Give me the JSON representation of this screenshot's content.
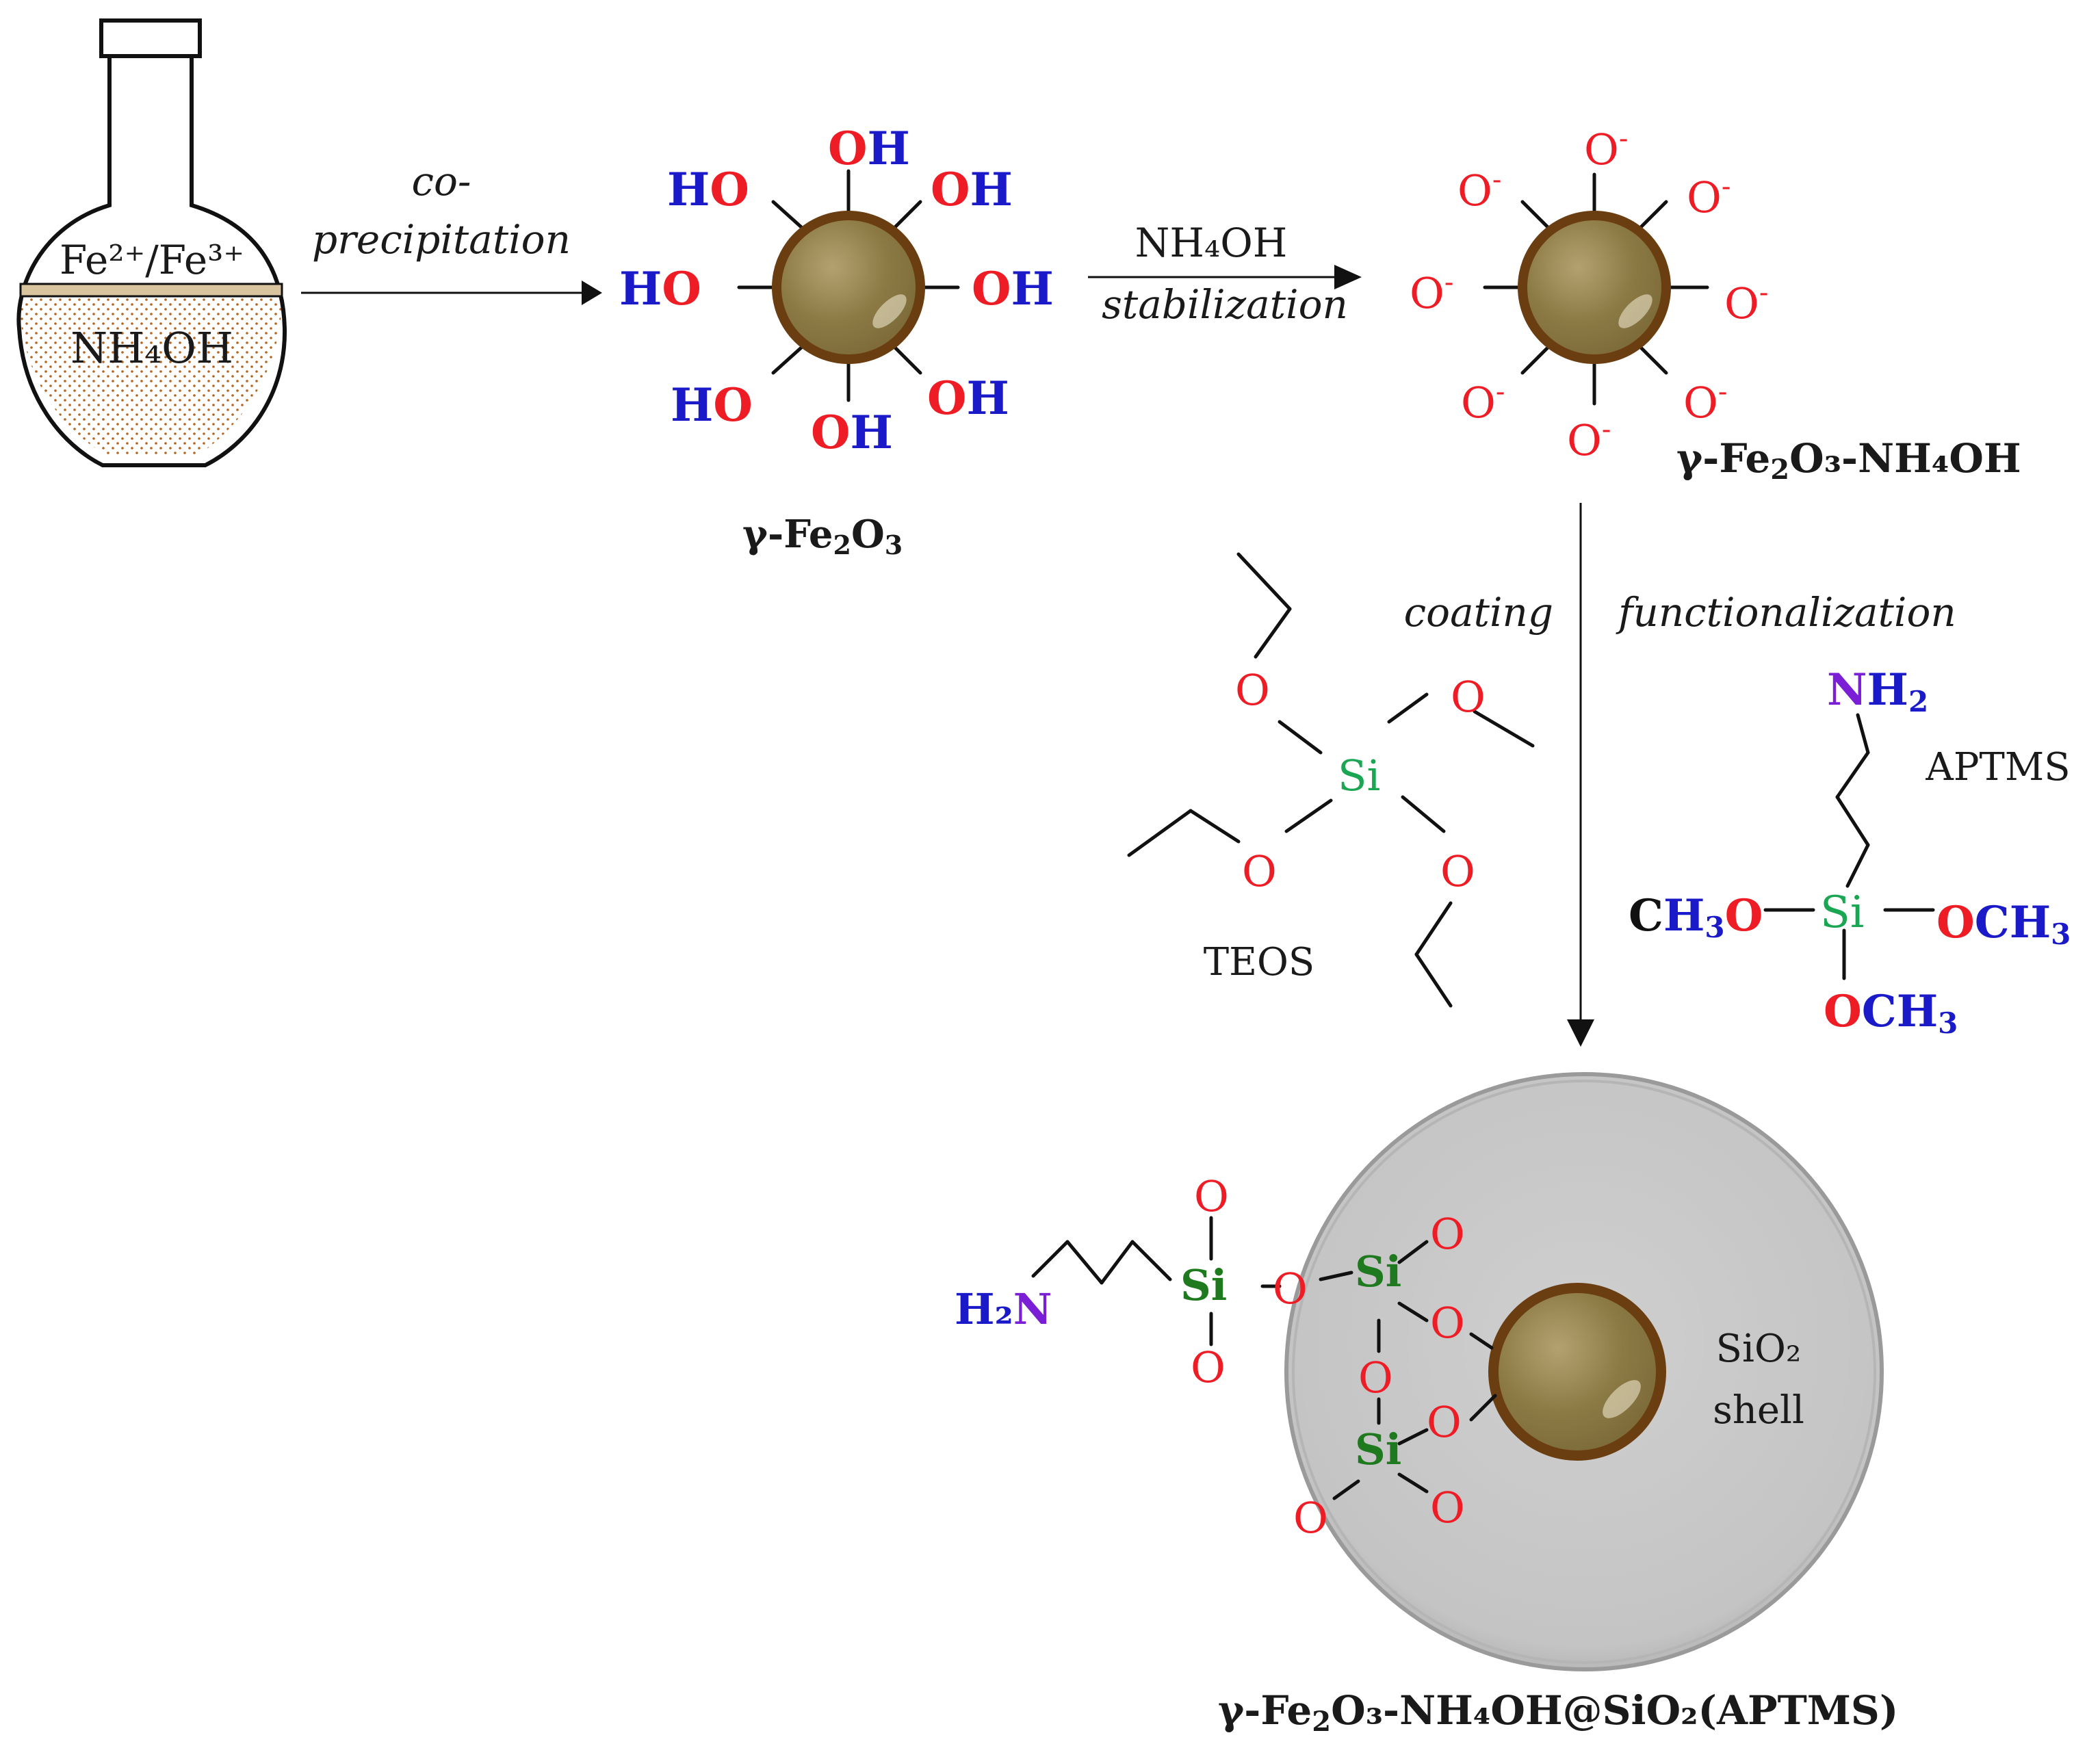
{
  "flask": {
    "ions": "Fe²⁺/Fe³⁺",
    "base": "NH₄OH"
  },
  "step1": {
    "line1": "co-",
    "line2": "precipitation"
  },
  "particle1": {
    "label_prefix": "γ-Fe",
    "sub1": "2",
    "mid": "O",
    "sub2": "3",
    "groups": {
      "top": "OH",
      "top_right": "OH",
      "right": "OH",
      "bottom_right": "OH",
      "bottom": "OH",
      "bottom_left": "HO",
      "left": "HO",
      "top_left": "HO"
    }
  },
  "step2": {
    "reagent": "NH₄OH",
    "process": "stabilization"
  },
  "particle2": {
    "label_prefix": "γ-Fe",
    "sub1": "2",
    "rest": "O₃-NH₄OH",
    "oxygen": "O",
    "charge": "-"
  },
  "step3": {
    "left": "coating",
    "right": "functionalization"
  },
  "teos": {
    "name": "TEOS",
    "si": "Si",
    "o": "O"
  },
  "aptms": {
    "name": "APTMS",
    "si": "Si",
    "amine_n": "N",
    "amine_h": "H",
    "amine_sub": "2",
    "left_c": "C",
    "left_h": "H",
    "left_sub": "3",
    "left_o": "O",
    "right_o": "O",
    "right_ch": "CH",
    "right_sub": "3",
    "bottom_o": "O",
    "bottom_ch": "CH",
    "bottom_sub": "3"
  },
  "product": {
    "label_prefix": "γ-Fe",
    "sub1": "2",
    "rest": "O₃-NH₄OH@SiO₂(APTMS)",
    "shell_line1": "SiO₂",
    "shell_line2": "shell",
    "amine_h2": "H₂",
    "amine_n": "N",
    "si": "Si",
    "o": "O"
  },
  "colors": {
    "core_fill": "#8c7a45",
    "core_rim": "#6b3e12",
    "shell_fill": "#c8c8c8",
    "oxygen": "#ee1c25",
    "hydrogen_group": "#1a1ac9",
    "silicon": "#1aa653",
    "nitrogen": "#7b1fd6"
  }
}
